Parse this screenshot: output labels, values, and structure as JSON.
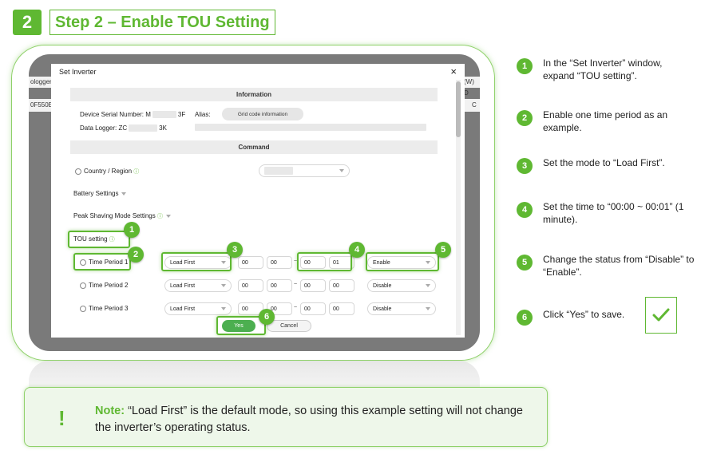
{
  "header": {
    "step_number": "2",
    "title": "Step 2 – Enable TOU Setting"
  },
  "background": {
    "left_label": "ologger",
    "left_label2": "0F550E",
    "right_label": "(W)  D",
    "right_label2": "C"
  },
  "dialog": {
    "title": "Set Inverter",
    "close": "×",
    "information_header": "Information",
    "serial_label": "Device Serial Number: M",
    "serial_suffix": "3F",
    "alias_label": "Alias:",
    "grid_code_button": "Grid code information",
    "logger_label": "Data Logger: ZC",
    "logger_suffix": "3K",
    "command_header": "Command",
    "country_region": "Country / Region",
    "battery_settings": "Battery Settings",
    "peak_shaving": "Peak Shaving Mode Settings",
    "tou_setting": "TOU setting",
    "periods": [
      {
        "label": "Time Period 1",
        "mode": "Load First",
        "h1": "00",
        "m1": "00",
        "h2": "00",
        "m2": "01",
        "status": "Enable"
      },
      {
        "label": "Time Period 2",
        "mode": "Load First",
        "h1": "00",
        "m1": "00",
        "h2": "00",
        "m2": "00",
        "status": "Disable"
      },
      {
        "label": "Time Period 3",
        "mode": "Load First",
        "h1": "00",
        "m1": "00",
        "h2": "00",
        "m2": "00",
        "status": "Disable"
      }
    ],
    "dash": "~",
    "yes_button": "Yes",
    "cancel_button": "Cancel"
  },
  "badges": [
    "1",
    "2",
    "3",
    "4",
    "5",
    "6"
  ],
  "steps": [
    {
      "num": "1",
      "text": "In the “Set Inverter” window, expand “TOU setting”."
    },
    {
      "num": "2",
      "text": "Enable one time period as an example."
    },
    {
      "num": "3",
      "text": "Set the mode to “Load First”."
    },
    {
      "num": "4",
      "text": "Set the time to “00:00 ~ 00:01” (1 minute)."
    },
    {
      "num": "5",
      "text": "Change the status from “Disable” to “Enable”."
    },
    {
      "num": "6",
      "text": "Click “Yes” to save."
    }
  ],
  "note": {
    "icon": "!",
    "label": "Note:",
    "text": " “Load First” is the default mode, so using this example setting will not change the inverter’s operating status."
  },
  "colors": {
    "accent": "#5fb832",
    "yes_button": "#4caf50"
  },
  "icons": [
    "close-icon",
    "info-icon",
    "chevron-down-icon",
    "checkmark-icon",
    "exclamation-icon"
  ]
}
